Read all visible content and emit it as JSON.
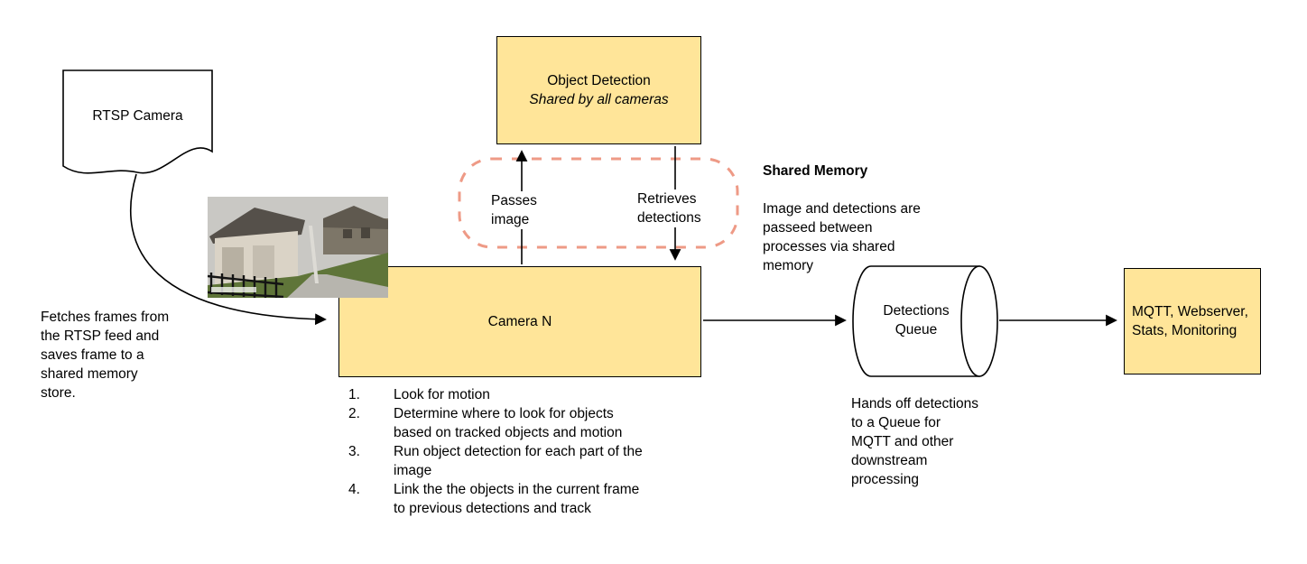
{
  "diagram": {
    "colors": {
      "box_fill": "#ffe599",
      "box_stroke": "#000000",
      "dashed_stroke": "#ee9a86",
      "arrow": "#000000"
    },
    "rtsp_camera": {
      "label": "RTSP Camera"
    },
    "fetch_note": "Fetches frames from\nthe RTSP feed and\nsaves frame to a\nshared memory\nstore.",
    "object_detection": {
      "title": "Object Detection",
      "subtitle": "Shared by all cameras"
    },
    "shared_memory_labels": {
      "passes_image": "Passes\nimage",
      "retrieves_detections": "Retrieves\ndetections"
    },
    "shared_memory_note": {
      "title": "Shared Memory",
      "body": "Image and detections are\npasseed between\nprocesses via shared\nmemory"
    },
    "camera_n": {
      "label": "Camera N"
    },
    "camera_steps": [
      {
        "num": "1.",
        "text": "Look for motion"
      },
      {
        "num": "2.",
        "text": "Determine where to look for objects\nbased on tracked objects and motion"
      },
      {
        "num": "3.",
        "text": "Run object detection for each part of the\nimage"
      },
      {
        "num": "4.",
        "text": "Link the the objects in the current frame\nto previous detections and track"
      }
    ],
    "detections_queue": {
      "label": "Detections\nQueue"
    },
    "queue_note": "Hands off detections\nto a Queue for\nMQTT and other\ndownstream\nprocessing",
    "mqtt": {
      "label": "MQTT, Webserver,\nStats, Monitoring"
    }
  }
}
